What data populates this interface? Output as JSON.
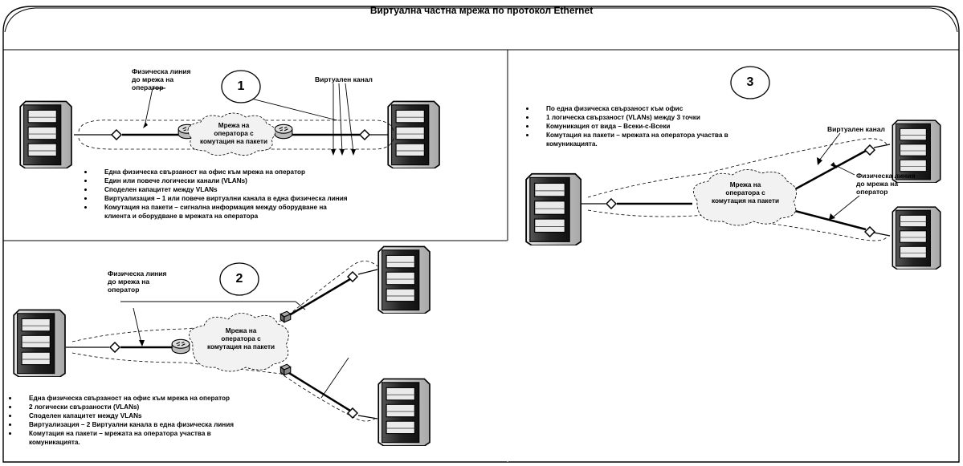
{
  "title": "Виртуална частна мрежа по протокол Ethernet",
  "section1": {
    "number": "1",
    "phys_line_label": [
      "Физическа линия",
      "до мрежа на",
      "оператор"
    ],
    "virtual_channel_label": "Виртуален канал",
    "cloud_label": [
      "Мрежа на",
      "оператора с",
      "комутация на пакети"
    ],
    "bullets": [
      "Една физическа свързаност на офис към мрежа на оператор",
      "Един или повече логически канали (VLANs)",
      "Споделен капацитет между VLANs",
      "Виртуализация – 1 или повече виртуални канала в една физическа линия",
      "Комутация на пакети – сигнална информация между оборудване на",
      "клиента и оборудване в мрежата на оператора"
    ]
  },
  "section2": {
    "number": "2",
    "phys_line_label": [
      "Физическа линия",
      "до мрежа на",
      "оператор"
    ],
    "cloud_label": [
      "Мрежа на",
      "оператора с",
      "комутация на пакети"
    ],
    "bullets": [
      "Една физическа свързаност на офис към мрежа на оператор",
      "2 логически свързаности (VLANs)",
      "Споделен капацитет между VLANs",
      "Виртуализация – 2 Виртуални канала в една физическа линия",
      "Комутация на пакети – мрежата на оператора участва в",
      "комуникацията."
    ]
  },
  "section3": {
    "number": "3",
    "virtual_channel_label": "Виртуален канал",
    "phys_line_label": [
      "Физическа линия",
      "до мрежа на",
      "оператор"
    ],
    "cloud_label": [
      "Мрежа на",
      "оператора с",
      "комутация на пакети"
    ],
    "bullets": [
      "По една физическа свързаност към офис",
      "1 логическа свързаност (VLANs) между 3 точки",
      "Комуникация от вида – Всеки-с-Всеки",
      "Комутация на пакети – мрежата на оператора участва в",
      "комуникацията."
    ]
  }
}
